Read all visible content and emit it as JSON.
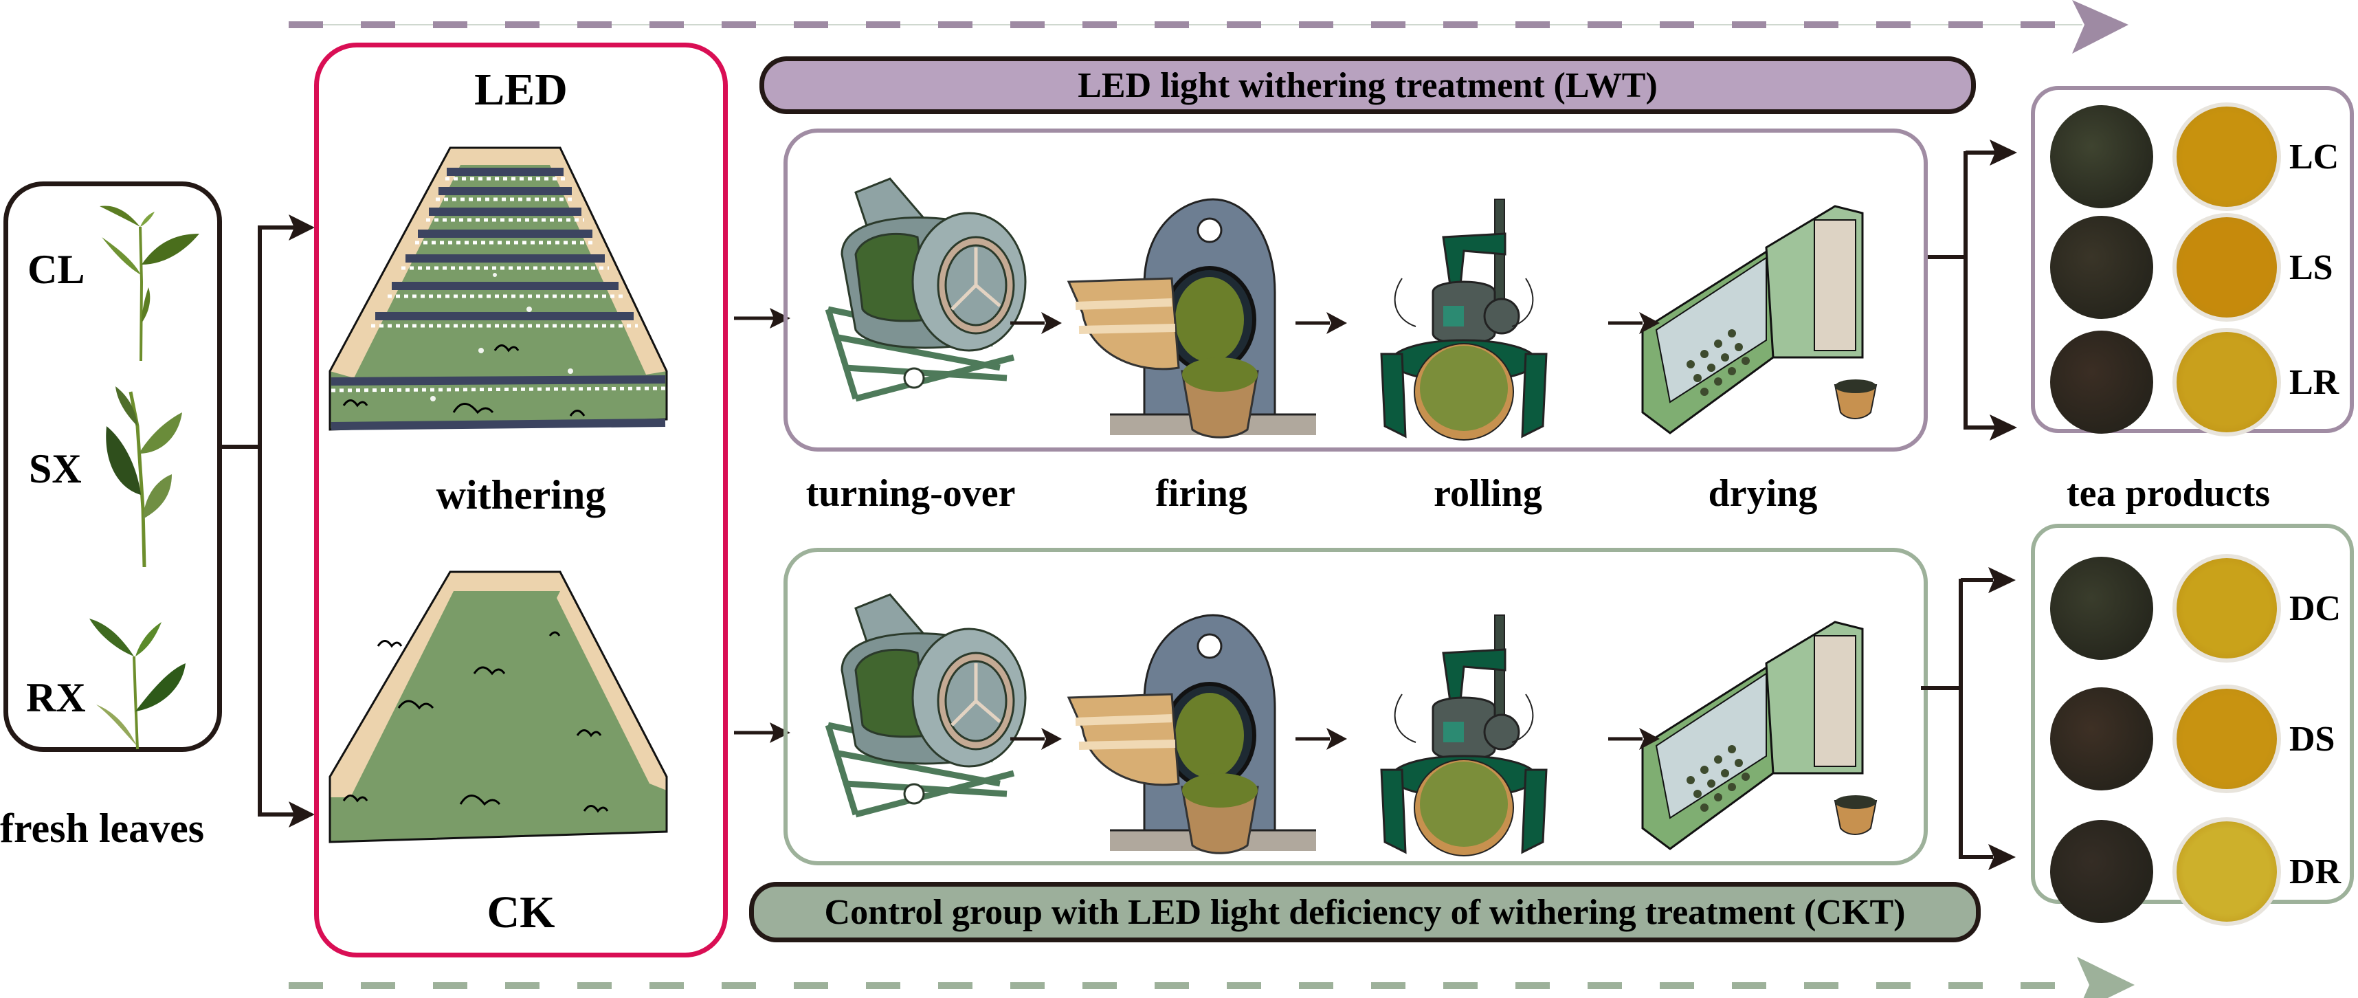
{
  "diagram": {
    "colors": {
      "lwt_purple": "#b8a2bf",
      "lwt_border": "#a08ca3",
      "ckt_green": "#9caf9b",
      "ckt_border": "#9db19a",
      "withering_border": "#d90e54",
      "outline": "#231815"
    },
    "fresh_leaves": {
      "caption": "fresh leaves",
      "cultivars": [
        {
          "code": "CL"
        },
        {
          "code": "SX"
        },
        {
          "code": "RX"
        }
      ]
    },
    "withering": {
      "top_label": "LED",
      "middle_label": "withering",
      "bottom_label": "CK"
    },
    "lwt": {
      "banner": "LED light withering treatment (LWT)"
    },
    "ckt": {
      "banner": "Control group with LED light deficiency of withering treatment (CKT)"
    },
    "steps": [
      {
        "label": "turning-over",
        "icon": "turning-over-machine-icon"
      },
      {
        "label": "firing",
        "icon": "firing-machine-icon"
      },
      {
        "label": "rolling",
        "icon": "rolling-machine-icon"
      },
      {
        "label": "drying",
        "icon": "drying-machine-icon"
      }
    ],
    "tea_products": {
      "title": "tea products",
      "lwt_products": [
        {
          "code": "LC",
          "leaf_color": "#3f4430",
          "liquor_color": "#c8920e"
        },
        {
          "code": "LS",
          "leaf_color": "#3a3528",
          "liquor_color": "#c68a0c"
        },
        {
          "code": "LR",
          "leaf_color": "#3b2e24",
          "liquor_color": "#c9a01c"
        }
      ],
      "ckt_products": [
        {
          "code": "DC",
          "leaf_color": "#3a3d2c",
          "liquor_color": "#c9a21a"
        },
        {
          "code": "DS",
          "leaf_color": "#3e3025",
          "liquor_color": "#c89311"
        },
        {
          "code": "DR",
          "leaf_color": "#352d25",
          "liquor_color": "#cdb02b"
        }
      ]
    }
  }
}
